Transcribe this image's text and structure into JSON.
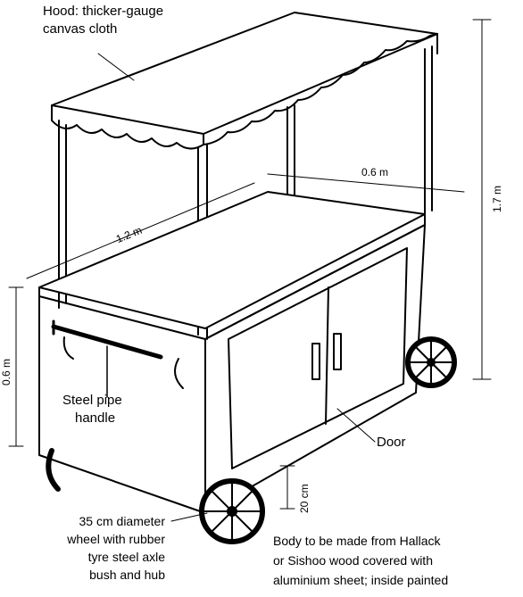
{
  "labels": {
    "hood_line1": "Hood: thicker-gauge",
    "hood_line2": "canvas cloth",
    "width_dim": "0.6 m",
    "length_dim": "1.2 m",
    "height_total": "1.7 m",
    "height_body": "0.6 m",
    "handle_line1": "Steel pipe",
    "handle_line2": "handle",
    "door": "Door",
    "clearance": "20 cm",
    "wheel_line1": "35 cm diameter",
    "wheel_line2": "wheel with rubber",
    "wheel_line3": "tyre steel axle",
    "wheel_line4": "bush and hub",
    "body_line1": "Body to be made from Hallack",
    "body_line2": "or Sishoo wood covered with",
    "body_line3": "aluminium sheet; inside painted"
  }
}
